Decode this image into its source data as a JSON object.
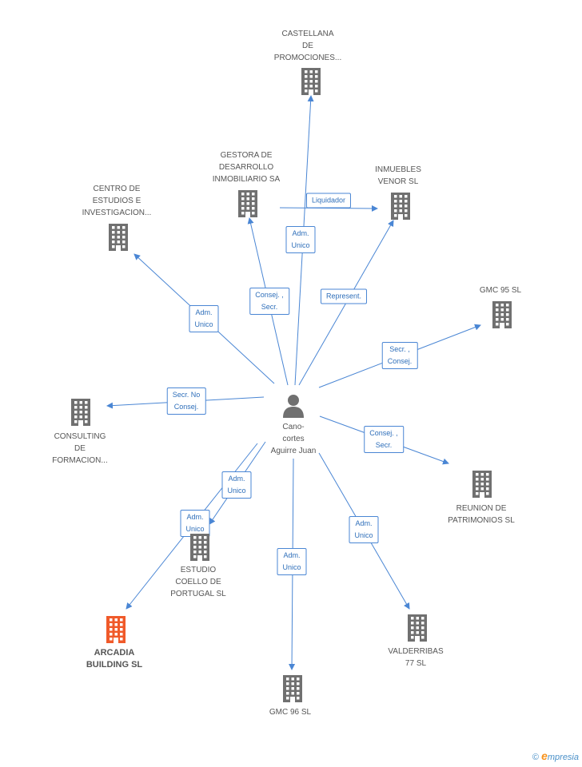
{
  "center": {
    "label": "Cano-\ncortes\nAguirre Juan",
    "icon": "person-icon"
  },
  "colors": {
    "edge": "#4a86d4",
    "building": "#707070",
    "highlight": "#f05a2a"
  },
  "companies": [
    {
      "id": "castellana",
      "label": "CASTELLANA\nDE\nPROMOCIONES...",
      "highlight": false
    },
    {
      "id": "gestora",
      "label": "GESTORA DE\nDESARROLLO\nINMOBILIARIO SA",
      "highlight": false
    },
    {
      "id": "inmuebles",
      "label": "INMUEBLES\nVENOR SL",
      "highlight": false
    },
    {
      "id": "centro",
      "label": "CENTRO DE\nESTUDIOS E\nINVESTIGACION...",
      "highlight": false
    },
    {
      "id": "gmc95",
      "label": "GMC 95 SL",
      "highlight": false
    },
    {
      "id": "consulting",
      "label": "CONSULTING\nDE\nFORMACION...",
      "highlight": false
    },
    {
      "id": "reunion",
      "label": "REUNION DE\nPATRIMONIOS SL",
      "highlight": false
    },
    {
      "id": "estudio",
      "label": "ESTUDIO\nCOELLO DE\nPORTUGAL  SL",
      "highlight": false
    },
    {
      "id": "arcadia",
      "label": "ARCADIA\nBUILDING  SL",
      "highlight": true
    },
    {
      "id": "gmc96",
      "label": "GMC 96 SL",
      "highlight": false
    },
    {
      "id": "valderribas",
      "label": "VALDERRIBAS\n77 SL",
      "highlight": false
    }
  ],
  "relations": [
    {
      "to": "castellana",
      "label": "Adm.\nUnico"
    },
    {
      "to": "gestora",
      "label": "Consej. ,\nSecr."
    },
    {
      "to": "inmuebles",
      "label": "Represent."
    },
    {
      "to": "inmuebles",
      "label": "Liquidador",
      "from": "gestora"
    },
    {
      "to": "centro",
      "label": "Adm.\nUnico"
    },
    {
      "to": "gmc95",
      "label": "Secr. ,\nConsej."
    },
    {
      "to": "consulting",
      "label": "Secr.  No\nConsej."
    },
    {
      "to": "reunion",
      "label": "Consej. ,\nSecr."
    },
    {
      "to": "estudio",
      "label": "Adm.\nUnico"
    },
    {
      "to": "arcadia",
      "label": "Adm.\nUnico"
    },
    {
      "to": "gmc96",
      "label": "Adm.\nUnico"
    },
    {
      "to": "valderribas",
      "label": "Adm.\nUnico"
    }
  ],
  "footer": {
    "copyright": "©",
    "brand_e": "e",
    "brand_rest": "mpresia"
  }
}
